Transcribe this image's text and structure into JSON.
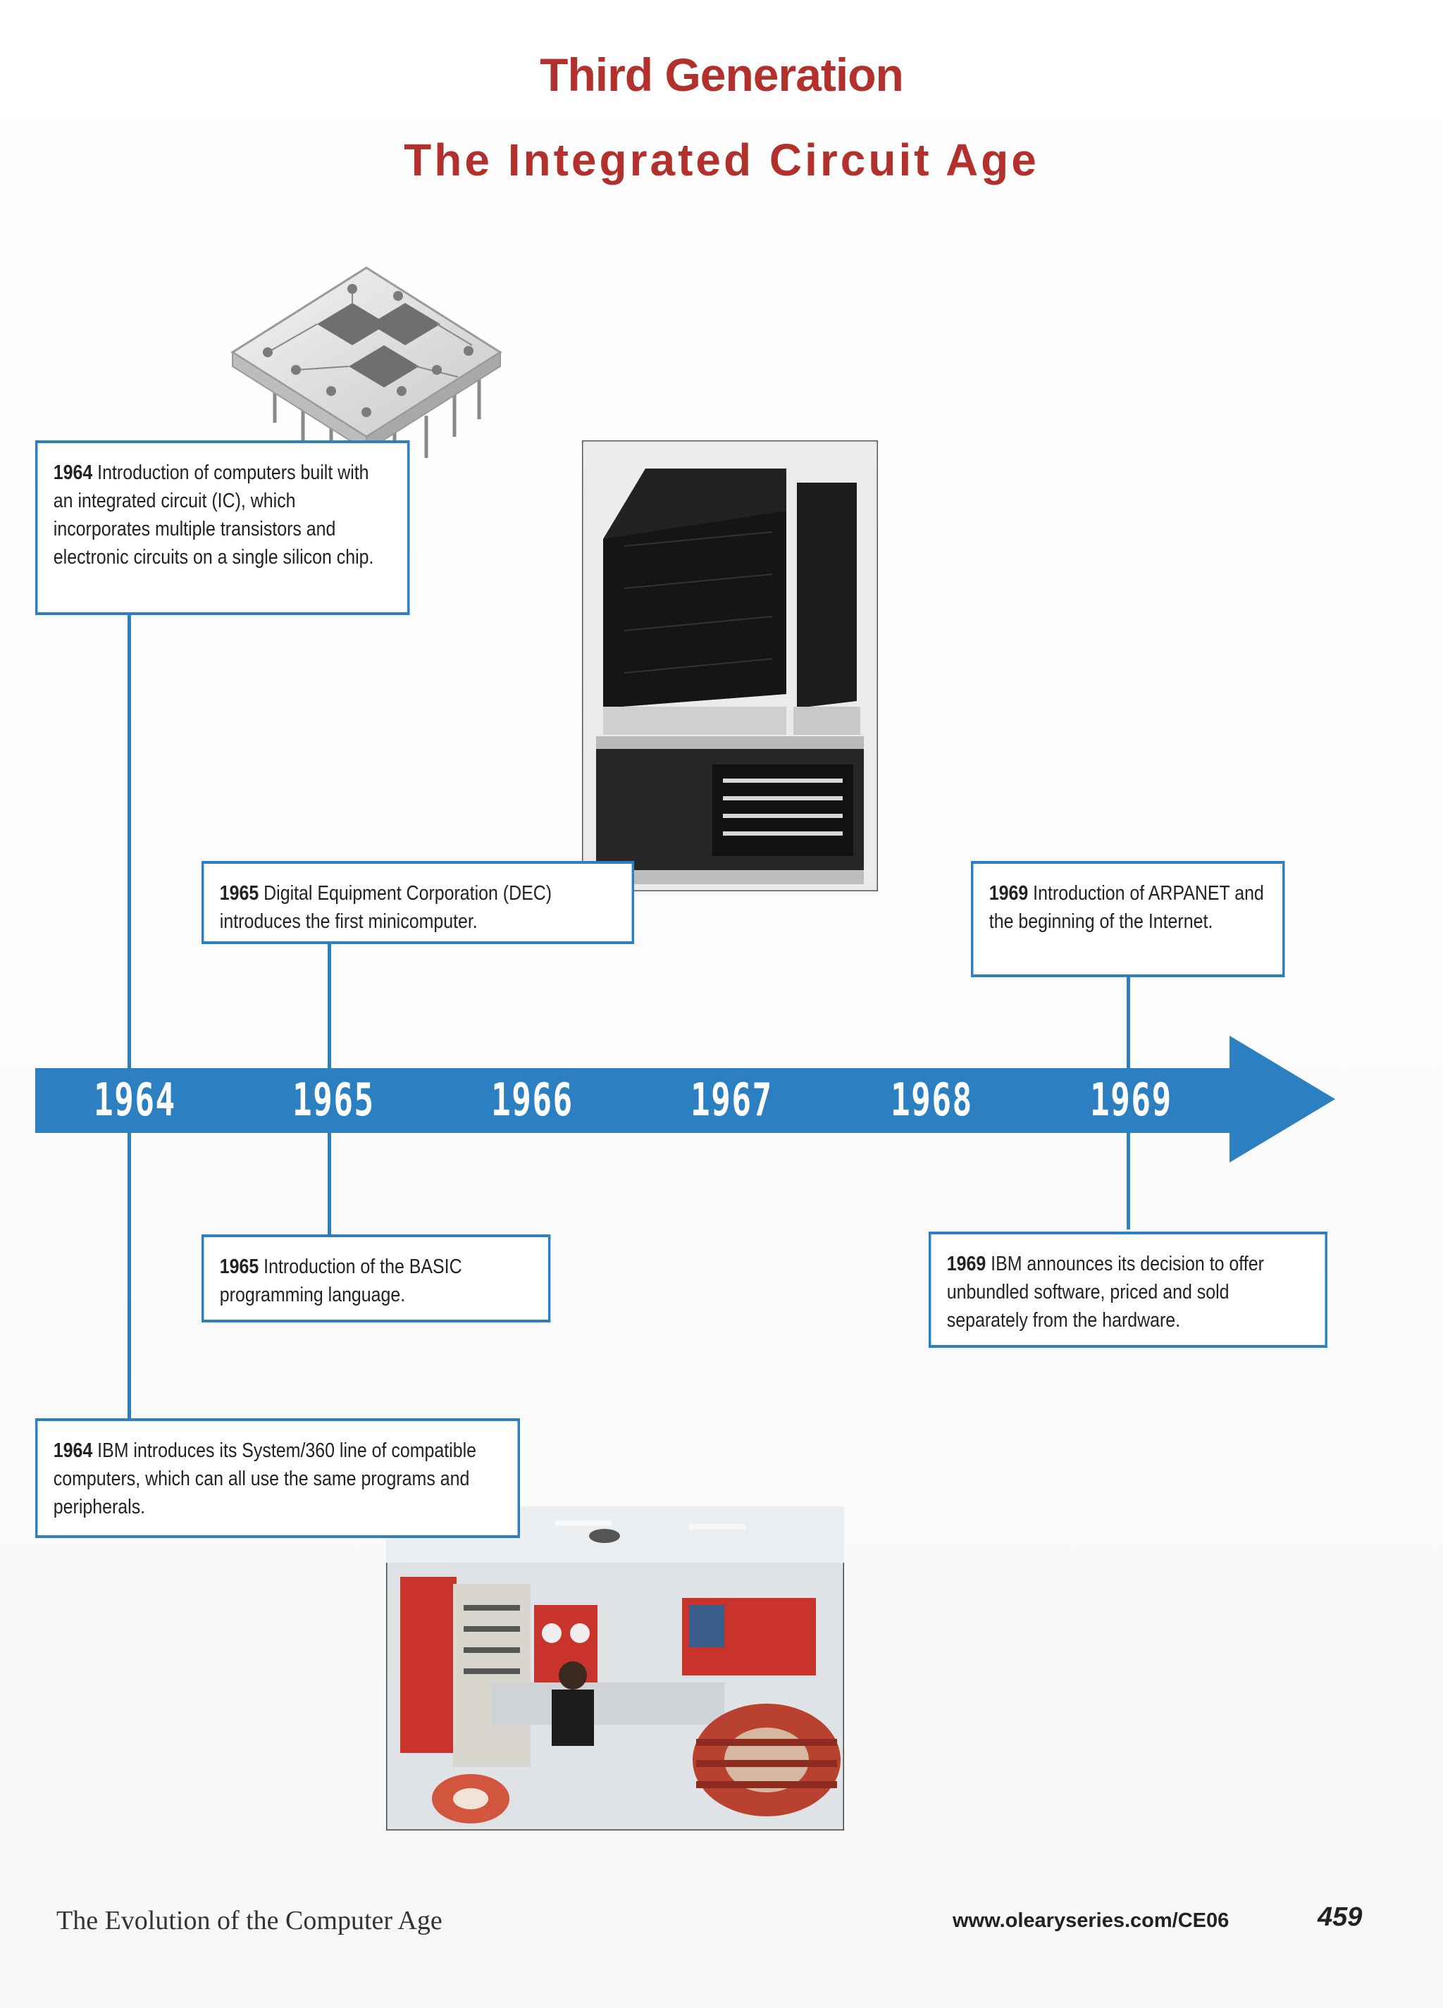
{
  "header": {
    "title": "Third Generation",
    "subtitle": "The Integrated Circuit Age"
  },
  "colors": {
    "title_red": "#b3312c",
    "timeline_blue": "#2c7fc1"
  },
  "timeline": {
    "years": [
      "1964",
      "1965",
      "1966",
      "1967",
      "1968",
      "1969"
    ]
  },
  "events": [
    {
      "year": "1964",
      "text": "Introduction of computers built with an integrated circuit (IC), which incorporates multiple transistors and electronic circuits on a single silicon chip."
    },
    {
      "year": "1965",
      "text": "Digital Equipment Corporation (DEC) introduces the first minicomputer."
    },
    {
      "year": "1969",
      "text": "Introduction of ARPANET and the beginning of the Internet."
    },
    {
      "year": "1965",
      "text": "Introduction of the BASIC programming language."
    },
    {
      "year": "1969",
      "text": "IBM announces its decision to offer unbundled software, priced and sold separately from the hardware."
    },
    {
      "year": "1964",
      "text": "IBM introduces its System/360 line of compatible computers, which can all use the same programs and peripherals."
    }
  ],
  "footer": {
    "left": "The Evolution of the Computer Age",
    "url": "www.olearyseries.com/CE06",
    "page": "459"
  }
}
